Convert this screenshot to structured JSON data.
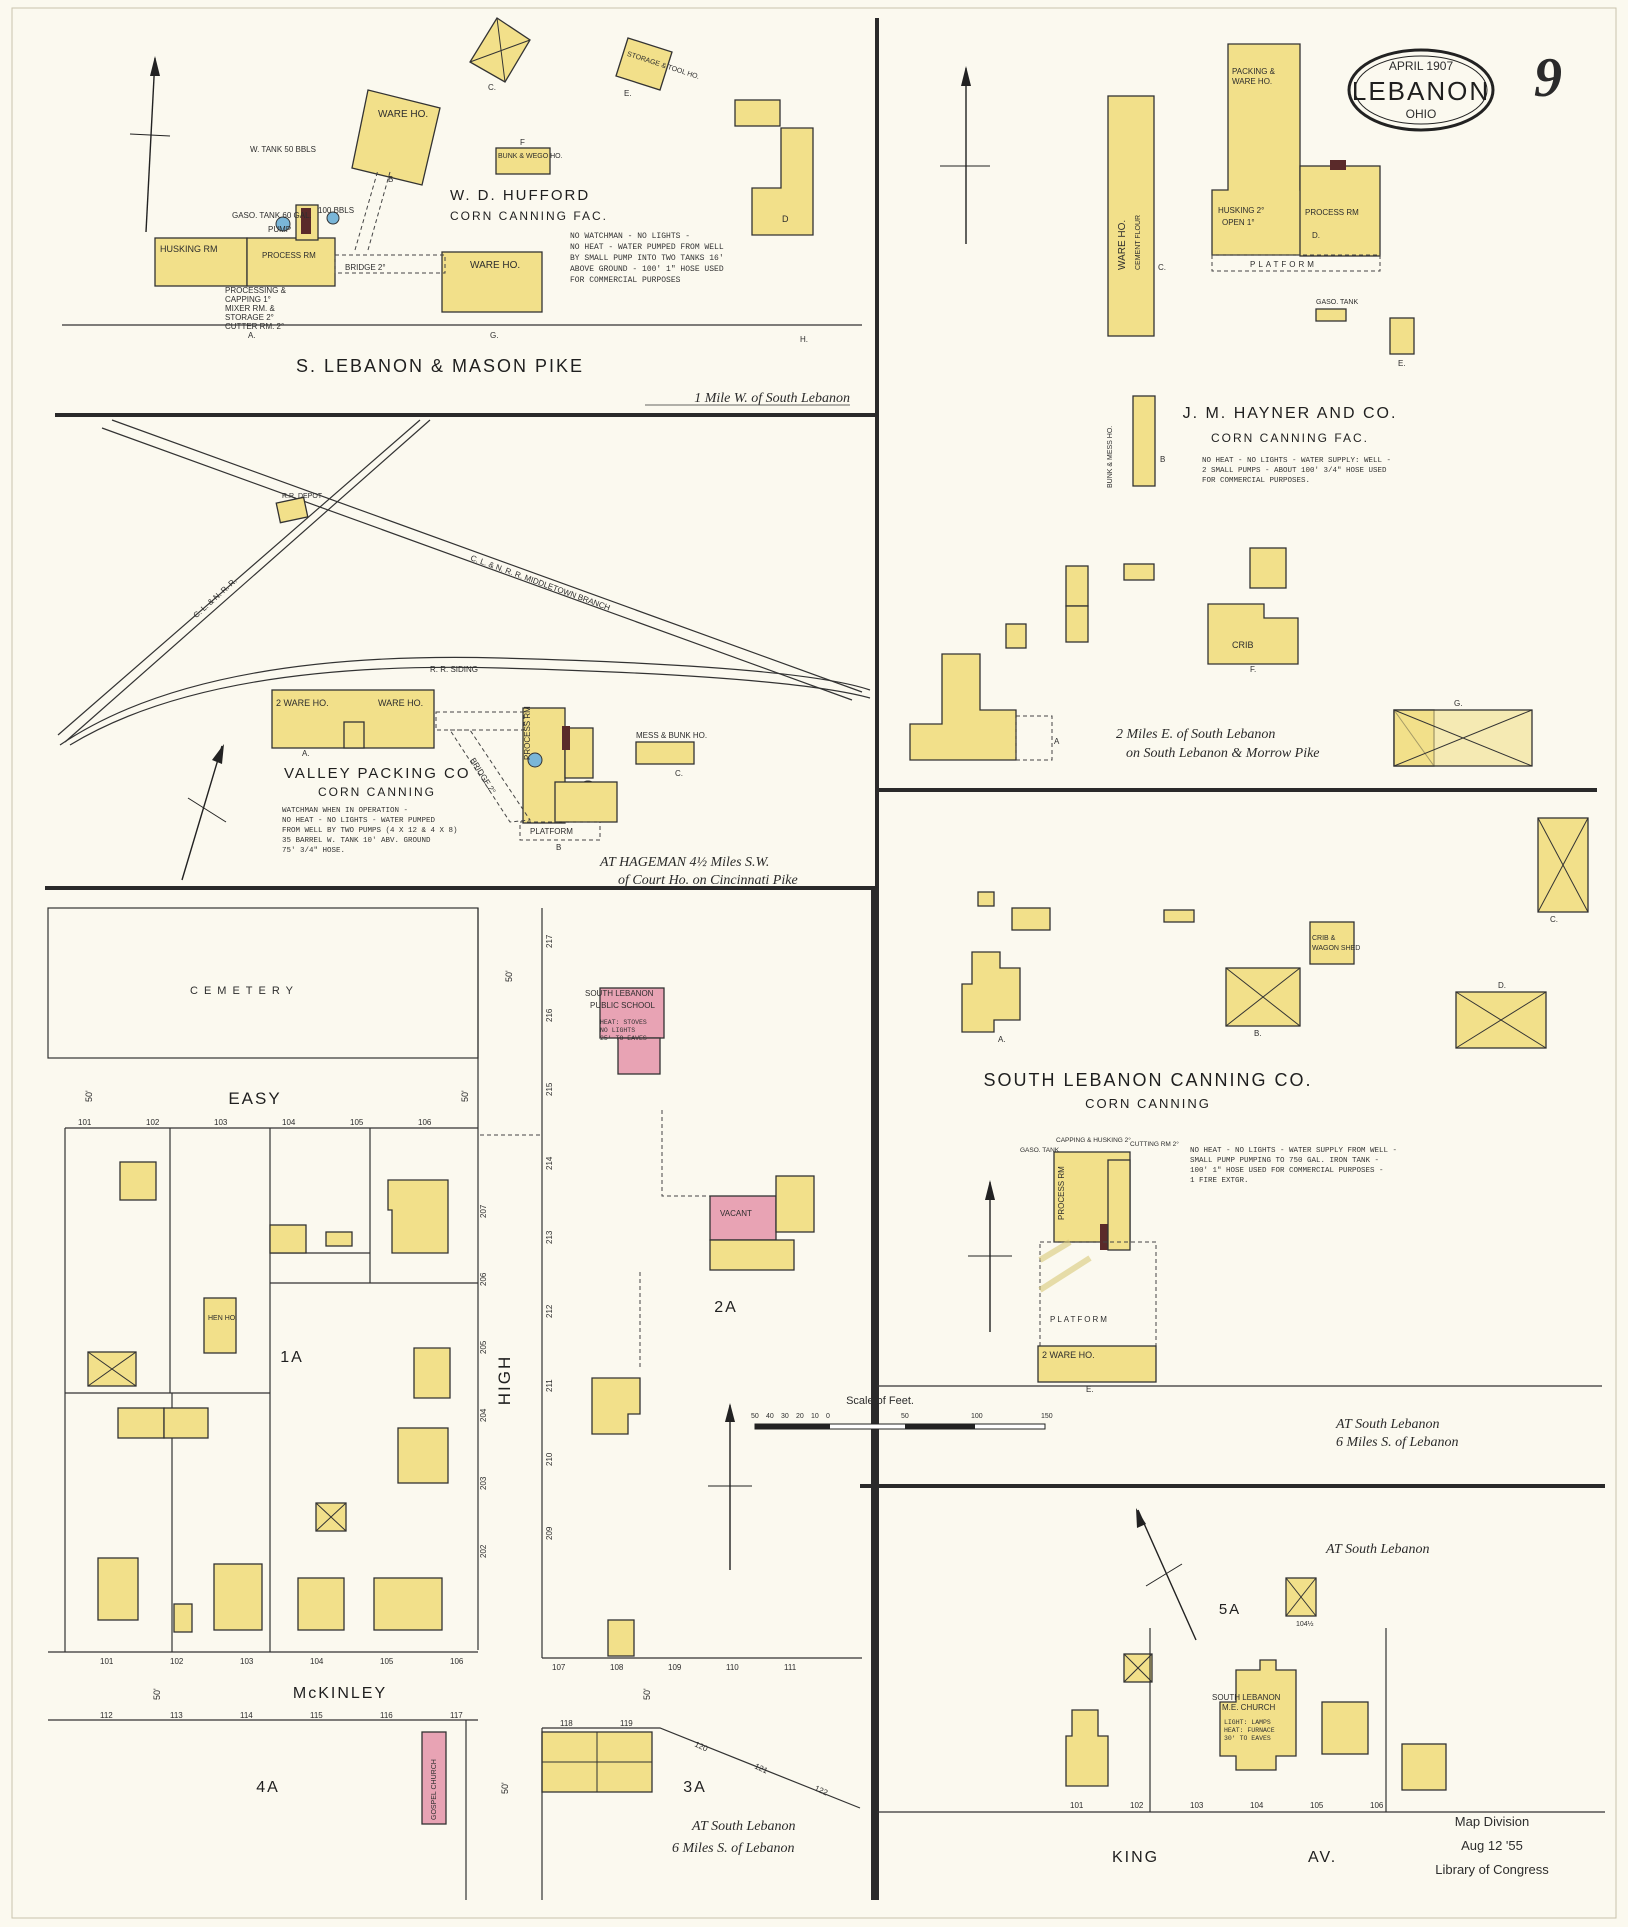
{
  "title_badge": {
    "date": "APRIL 1907",
    "city": "LEBANON",
    "state": "OHIO"
  },
  "sheet_number": "9",
  "hufford": {
    "name": "W. D. HUFFORD",
    "use": "CORN CANNING FAC.",
    "road": "S. LEBANON & MASON PIKE",
    "location": "1 Mile W. of South Lebanon",
    "note": [
      "NO WATCHMAN - NO LIGHTS -",
      "NO HEAT - WATER PUMPED FROM WELL",
      "BY SMALL PUMP INTO TWO TANKS 16'",
      "ABOVE GROUND - 100' 1\" HOSE USED",
      "FOR COMMERCIAL PURPOSES"
    ],
    "ware_ho": "WARE HO.",
    "husking": "HUSKING RM",
    "process": "PROCESS RM",
    "storage": "STORAGE & TOOL HO.",
    "bunk": "BUNK & WEGO HO.",
    "bridge": "BRIDGE 2°",
    "processing": [
      "PROCESSING &",
      "CAPPING 1°",
      "MIXER RM. &",
      "STORAGE 2°",
      "CUTTER RM. 2°"
    ],
    "gasoline": "GASO. TANK 60 GAL.",
    "tank": "W. TANK 50 BBLS",
    "bbls": "100 BBLS",
    "pump": "PUMP",
    "letters": [
      "A.",
      "G.",
      "H.",
      "B",
      "C.",
      "E.",
      "F",
      "D"
    ]
  },
  "valley": {
    "name": "VALLEY PACKING CO",
    "use": "CORN CANNING",
    "location": "AT HAGEMAN 4½ Miles S.W.",
    "location2": "of Court Ho. on Cincinnati Pike",
    "note": [
      "WATCHMAN WHEN IN OPERATION -",
      "NO HEAT - NO LIGHTS - WATER PUMPED",
      "FROM WELL BY TWO PUMPS (4 X 12 & 4 X 8)",
      "35 BARREL W. TANK 10' ABV. GROUND",
      "75' 3/4\" HOSE."
    ],
    "rr_depot": "R.R. DEPOT",
    "clnrr": "C. L. & N. R. R.",
    "clnrr2": "C. L. & N. R. R.   MIDDLETOWN BRANCH",
    "siding": "R. R. SIDING",
    "mess": "MESS & BUNK HO.",
    "ware1": "2 WARE HO.",
    "ware2": "WARE HO.",
    "process": "PROCESS RM",
    "platform": "PLATFORM",
    "bridge": "BRIDGE 2°",
    "letters": [
      "A.",
      "B",
      "C."
    ]
  },
  "south_lebanon_block": {
    "cemetery": "CEMETERY",
    "easy": "EASY",
    "high": "HIGH",
    "mckinley": "McKINLEY",
    "school": [
      "SOUTH LEBANON",
      "PUBLIC SCHOOL"
    ],
    "school_note": [
      "HEAT: STOVES",
      "NO LIGHTS",
      "25' TO EAVES"
    ],
    "vacant": "VACANT",
    "blocks": [
      "1A",
      "2A",
      "3A",
      "4A"
    ],
    "easy_nums": [
      "101",
      "102",
      "103",
      "104",
      "105",
      "106"
    ],
    "mck_nums": [
      "101",
      "102",
      "103",
      "104",
      "105",
      "106",
      "107",
      "108",
      "109",
      "110",
      "111"
    ],
    "mck_south_nums": [
      "112",
      "113",
      "114",
      "115",
      "116",
      "117",
      "118",
      "119",
      "120",
      "121",
      "122"
    ],
    "high_nums": [
      "217",
      "216",
      "215",
      "214",
      "213",
      "212",
      "211",
      "210",
      "209"
    ],
    "high_nums_w": [
      "207",
      "206",
      "205",
      "204",
      "203",
      "202"
    ],
    "church": "GOSPEL CHURCH",
    "hen_ho": "HEN HO.",
    "location": "AT South Lebanon",
    "location2": "6 Miles S. of Lebanon",
    "widths": [
      "50'",
      "50'",
      "50'",
      "50'",
      "50'",
      "50'"
    ]
  },
  "hayner": {
    "name": "J. M. HAYNER AND CO.",
    "use": "CORN CANNING FAC.",
    "note": [
      "NO HEAT - NO LIGHTS - WATER SUPPLY: WELL -",
      "2 SMALL PUMPS - ABOUT 100' 3/4\" HOSE USED",
      "FOR COMMERCIAL PURPOSES."
    ],
    "location": "2 Miles E. of South Lebanon",
    "location2": "on South Lebanon & Morrow Pike",
    "packing": [
      "PACKING &",
      "WARE HO."
    ],
    "husking": "HUSKING 2°",
    "process": "PROCESS RM",
    "platform": "PLATFORM",
    "ware_ho": "WARE HO.",
    "cement": "CEMENT FLOUR",
    "bunk": "BUNK & MESS HO.",
    "crib": "CRIB",
    "open": "OPEN 1°",
    "gasoline": "GASO. TANK",
    "letters": [
      "C.",
      "D.",
      "E.",
      "B",
      "A",
      "F.",
      "G."
    ]
  },
  "slcanning": {
    "name": "SOUTH LEBANON CANNING CO.",
    "use": "CORN CANNING",
    "note": [
      "NO HEAT - NO LIGHTS - WATER SUPPLY FROM WELL -",
      "SMALL PUMP PUMPING TO 750 GAL. IRON TANK -",
      "100' 1\" HOSE USED FOR COMMERCIAL PURPOSES -",
      "1 FIRE EXTGR."
    ],
    "crib": [
      "CRIB &",
      "WAGON SHED"
    ],
    "platform": "PLATFORM",
    "ware": "2 WARE HO.",
    "process": "PROCESS RM",
    "capping": "CAPPING & HUSKING 2°",
    "cutting": "CUTTING RM 2°",
    "gasoline": "GASO. TANK",
    "location": "AT South Lebanon",
    "location2": "6 Miles S. of Lebanon",
    "letters": [
      "A.",
      "B.",
      "C.",
      "D.",
      "E."
    ]
  },
  "king": {
    "street": "KING",
    "av": "AV.",
    "block": "5A",
    "church": [
      "SOUTH LEBANON",
      "M.E. CHURCH"
    ],
    "church_note": [
      "LIGHT: LAMPS",
      "HEAT: FURNACE",
      "30' TO EAVES"
    ],
    "location": "AT South Lebanon",
    "nums": [
      "101",
      "102",
      "103",
      "104",
      "105",
      "106"
    ],
    "side_num": "104½"
  },
  "scale": {
    "label": "Scale of Feet.",
    "ticks": [
      "50",
      "40",
      "30",
      "20",
      "10",
      "0",
      "50",
      "100",
      "150"
    ]
  },
  "stamp": {
    "line1": "Map Division",
    "line2": "Aug 12 '55",
    "line3": "Library of Congress"
  },
  "colors": {
    "frame": "#2a2a2a",
    "frame_bg": "#fbf9ef",
    "frame_wood": "#f2e08a",
    "brick": "#e8a3b4"
  }
}
